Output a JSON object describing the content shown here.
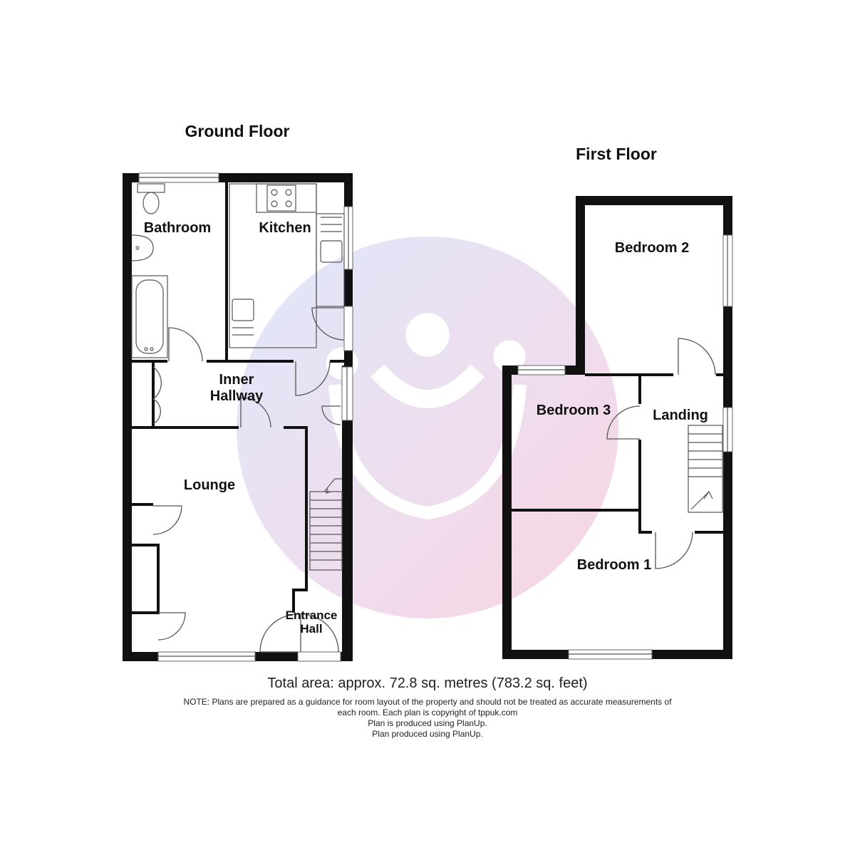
{
  "floors": {
    "ground": {
      "title": "Ground Floor",
      "rooms": {
        "bathroom": "Bathroom",
        "kitchen": "Kitchen",
        "inner_hallway": [
          "Inner",
          "Hallway"
        ],
        "lounge": "Lounge",
        "entrance_hall": [
          "Entrance",
          "Hall"
        ]
      }
    },
    "first": {
      "title": "First Floor",
      "rooms": {
        "bedroom2": "Bedroom 2",
        "bedroom3": "Bedroom 3",
        "landing": "Landing",
        "bedroom1": "Bedroom 1"
      }
    }
  },
  "footer": {
    "total_area": "Total area: approx. 72.8 sq. metres (783.2 sq. feet)",
    "note_lines": [
      "NOTE: Plans are prepared as a guidance for room layout of the property and should not be treated as accurate measurements of",
      "each room. Each plan is copyright of tppuk.com",
      "Plan is produced using PlanUp.",
      "Plan produced using PlanUp."
    ]
  },
  "watermark": {
    "colors": [
      "#dfe8fb",
      "#f9d5e3"
    ],
    "icon": "figures-logo-icon"
  }
}
